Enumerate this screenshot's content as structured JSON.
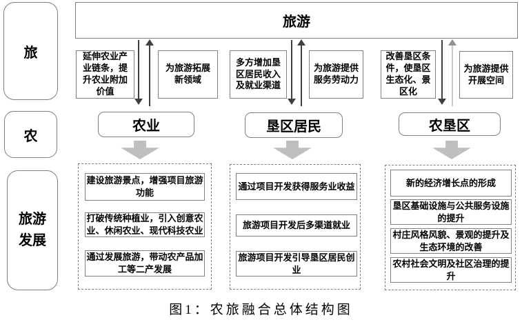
{
  "colors": {
    "border": "#7f7f7f",
    "arrow": "#3f3f3f",
    "arrow_light": "#c9c9c9",
    "block_arrow": "#bfbfbf",
    "text": "#000000"
  },
  "rail": {
    "tourism": "旅",
    "agriculture": "农",
    "dev_line1": "旅游",
    "dev_line2": "发展"
  },
  "top_box": {
    "label": "旅游"
  },
  "columns": [
    {
      "entity": "农业",
      "benefit_note": "延伸农业产业链条，提升农业附加价值",
      "contribution_note": "为旅游拓展新领域",
      "outcomes": [
        "建设旅游景点，增强项目旅游功能",
        "打破传统种植业，引入创意农业、休闲农业、现代科技农业",
        "通过发展旅游，带动农产品加工等二产发展"
      ]
    },
    {
      "entity": "垦区居民",
      "benefit_note": "多方增加垦区居民收入及就业渠道",
      "contribution_note": "为旅游提供服务劳动力",
      "outcomes": [
        "通过项目开发获得服务业收益",
        "旅游项目开发后多渠道就业",
        "旅游项目开发引导垦区居民创业"
      ]
    },
    {
      "entity": "农垦区",
      "benefit_note": "改善垦区条件，使垦区生态化、景区化",
      "contribution_note": "为旅游提供开展空间",
      "outcomes": [
        "新的经济增长点的形成",
        "垦区基础设施与公共服务设施的提升",
        "村庄风格风貌、景观的提升及生态环境的改善",
        "农村社会文明及社区治理的提升"
      ]
    }
  ],
  "caption": "图1：农旅融合总体结构图"
}
